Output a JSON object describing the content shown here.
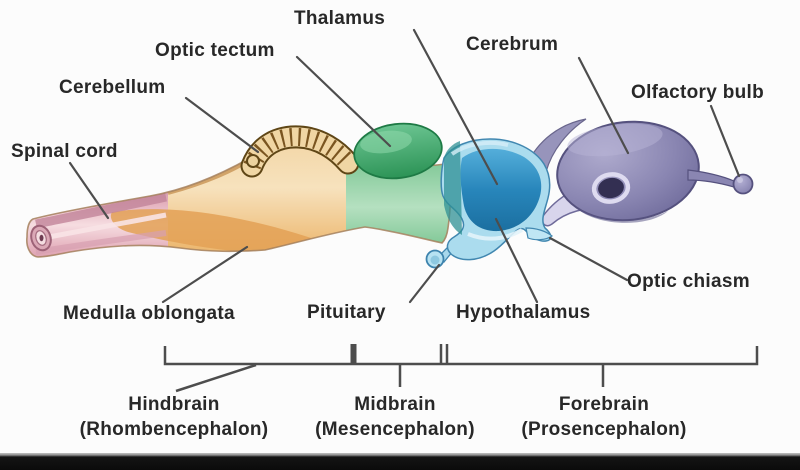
{
  "diagram": {
    "subject": "fish-brain-anatomy",
    "labels": {
      "spinal_cord": "Spinal cord",
      "cerebellum": "Cerebellum",
      "optic_tectum": "Optic tectum",
      "thalamus": "Thalamus",
      "cerebrum": "Cerebrum",
      "olfactory_bulb": "Olfactory bulb",
      "medulla_oblongata": "Medulla oblongata",
      "pituitary": "Pituitary",
      "hypothalamus": "Hypothalamus",
      "optic_chiasm": "Optic chiasm"
    },
    "regions": {
      "hindbrain": {
        "name": "Hindbrain",
        "latin": "(Rhombencephalon)"
      },
      "midbrain": {
        "name": "Midbrain",
        "latin": "(Mesencephalon)"
      },
      "forebrain": {
        "name": "Forebrain",
        "latin": "(Prosencephalon)"
      }
    },
    "colors": {
      "spinal_cord_pink": "#e8b9c6",
      "medulla_orange": "#eab063",
      "cerebellum_beige": "#f0d6a4",
      "optic_tectum_green": "#3ba167",
      "diencephalon_blue": "#2e8bbc",
      "cerebrum_purple": "#827ead",
      "label_text": "#282828",
      "leader_line": "#4d4d4d"
    }
  }
}
